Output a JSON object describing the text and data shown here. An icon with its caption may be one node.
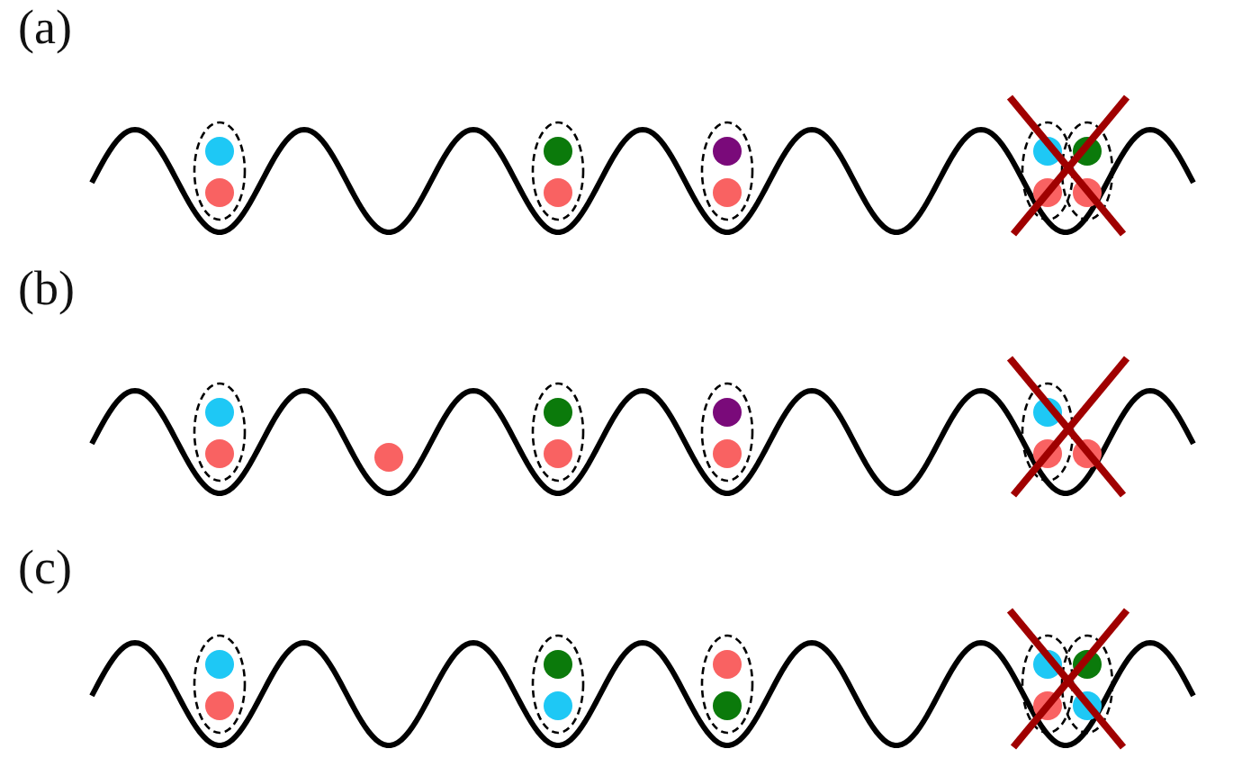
{
  "diagram": {
    "labels": [
      "(a)",
      "(b)",
      "(c)"
    ]
  }
}
